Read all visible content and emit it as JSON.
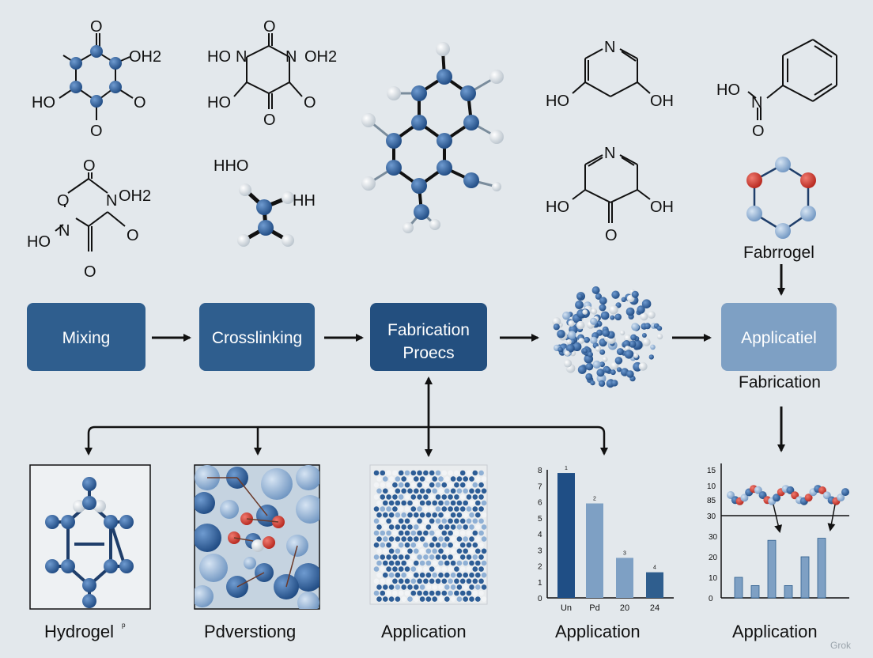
{
  "molecules": {
    "m1": {
      "o_top": "O",
      "oh2": "OH2",
      "ho": "HO",
      "o_right": "O",
      "o_bottom": "O"
    },
    "m2": {
      "ho_left": "HO",
      "n_left": "N",
      "o_top": "O",
      "n_right": "N",
      "oh2": "OH2",
      "ho": "HO",
      "o_right": "O",
      "o_bottom": "O"
    },
    "m4": {
      "n": "N",
      "ho": "HO",
      "oh": "OH"
    },
    "m5": {
      "ho": "HO",
      "n": "N",
      "o": "O"
    },
    "m6": {
      "o_top": "O",
      "o_left": "O",
      "n": "N",
      "oh2": "OH2",
      "ho": "HO",
      "n2": "N",
      "o_right": "O",
      "o_bottom": "O"
    },
    "m7": {
      "hho": "HHO",
      "hh": "HH"
    },
    "m8": {
      "n": "N",
      "ho": "HO",
      "oh": "OH",
      "o": "O"
    },
    "m9": {
      "label": "Fabrrogel"
    }
  },
  "flow": {
    "steps": [
      "Mixing",
      "Crosslinking",
      "Fabrication",
      "Proecs"
    ],
    "application_box": "Applicatiel",
    "application_caption": "Fabrication"
  },
  "bottom": {
    "captions": [
      "Hydrogel",
      "Pdverstiong",
      "Application",
      "Application",
      "Application"
    ],
    "hydrogel_mark": "ᵖ"
  },
  "colors": {
    "dark_blue": "#1f4e85",
    "box_blue": "#2f5e8e",
    "light_box": "#7ea0c4",
    "atom_blue": "#2d5d96",
    "atom_light": "#8fb0d5",
    "atom_red": "#d23a30",
    "bond": "#1a1a1a",
    "background": "#e3e8ec"
  },
  "chart_data": [
    {
      "type": "bar",
      "categories": [
        "Un",
        "Pd",
        "20",
        "24"
      ],
      "values": [
        7.8,
        5.9,
        2.5,
        1.6
      ],
      "value_labels": [
        "1",
        "2",
        "3",
        "4"
      ],
      "y_ticks": [
        "8",
        "7",
        "6",
        "5",
        "4",
        "3",
        "2",
        "1",
        "0"
      ],
      "ylim": [
        0,
        8
      ]
    },
    {
      "type": "bar",
      "categories": [
        "",
        "",
        "",
        "",
        "",
        "",
        ""
      ],
      "values": [
        10,
        6,
        28,
        6,
        20,
        29,
        0
      ],
      "y_ticks_top": [
        "15",
        "10",
        "85",
        "30"
      ],
      "y_ticks_bottom": [
        "30",
        "20",
        "10",
        "0"
      ],
      "ylim": [
        0,
        30
      ]
    }
  ],
  "watermark": "Grok"
}
